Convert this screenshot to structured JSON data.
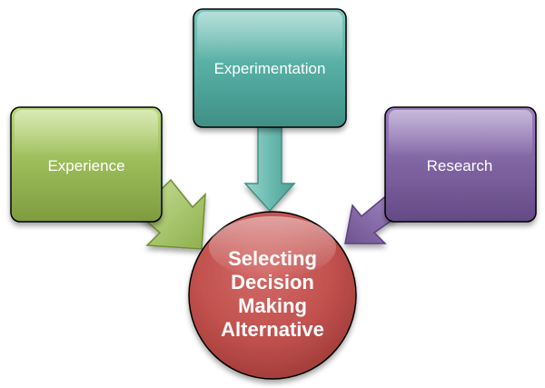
{
  "diagram": {
    "inputs": [
      {
        "label": "Experience",
        "color": "#9bbb59"
      },
      {
        "label": "Experimentation",
        "color": "#4bacc6"
      },
      {
        "label": "Research",
        "color": "#8064a2"
      }
    ],
    "center": {
      "lines": [
        "Selecting",
        "Decision",
        "Making",
        "Alternative"
      ],
      "color": "#c0504d"
    }
  }
}
